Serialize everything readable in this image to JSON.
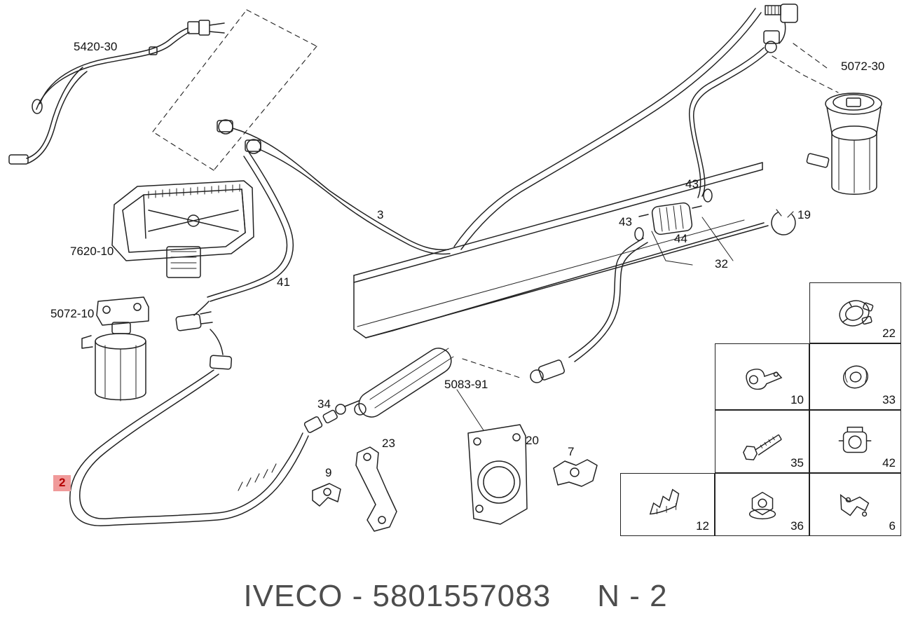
{
  "diagram": {
    "labels": [
      {
        "text": "5420-30",
        "highlighted": false
      },
      {
        "text": "5072-30",
        "highlighted": false
      },
      {
        "text": "3",
        "highlighted": false
      },
      {
        "text": "7620-10",
        "highlighted": false
      },
      {
        "text": "41",
        "highlighted": false
      },
      {
        "text": "43",
        "highlighted": false
      },
      {
        "text": "43",
        "highlighted": false
      },
      {
        "text": "44",
        "highlighted": false
      },
      {
        "text": "19",
        "highlighted": false
      },
      {
        "text": "32",
        "highlighted": false
      },
      {
        "text": "5072-10",
        "highlighted": false
      },
      {
        "text": "5083-91",
        "highlighted": false
      },
      {
        "text": "34",
        "highlighted": false
      },
      {
        "text": "23",
        "highlighted": false
      },
      {
        "text": "20",
        "highlighted": false
      },
      {
        "text": "7",
        "highlighted": false
      },
      {
        "text": "9",
        "highlighted": false
      },
      {
        "text": "2",
        "highlighted": true
      }
    ],
    "highlight_color": "#f09a9a",
    "line_color": "#222222"
  },
  "parts_grid": {
    "cells": [
      {
        "number": "22",
        "icon": "fuel-sender-flange-icon"
      },
      {
        "number": "10",
        "icon": "pipe-clamp-bracket-icon"
      },
      {
        "number": "33",
        "icon": "grommet-icon"
      },
      {
        "number": "35",
        "icon": "hex-bolt-icon"
      },
      {
        "number": "42",
        "icon": "connector-housing-icon"
      },
      {
        "number": "12",
        "icon": "spring-clip-icon"
      },
      {
        "number": "36",
        "icon": "flange-nut-icon"
      },
      {
        "number": "6",
        "icon": "pipe-bracket-icon"
      }
    ]
  },
  "footer": {
    "brand_code": "IVECO - 5801557083",
    "sheet_ref": "N - 2"
  }
}
